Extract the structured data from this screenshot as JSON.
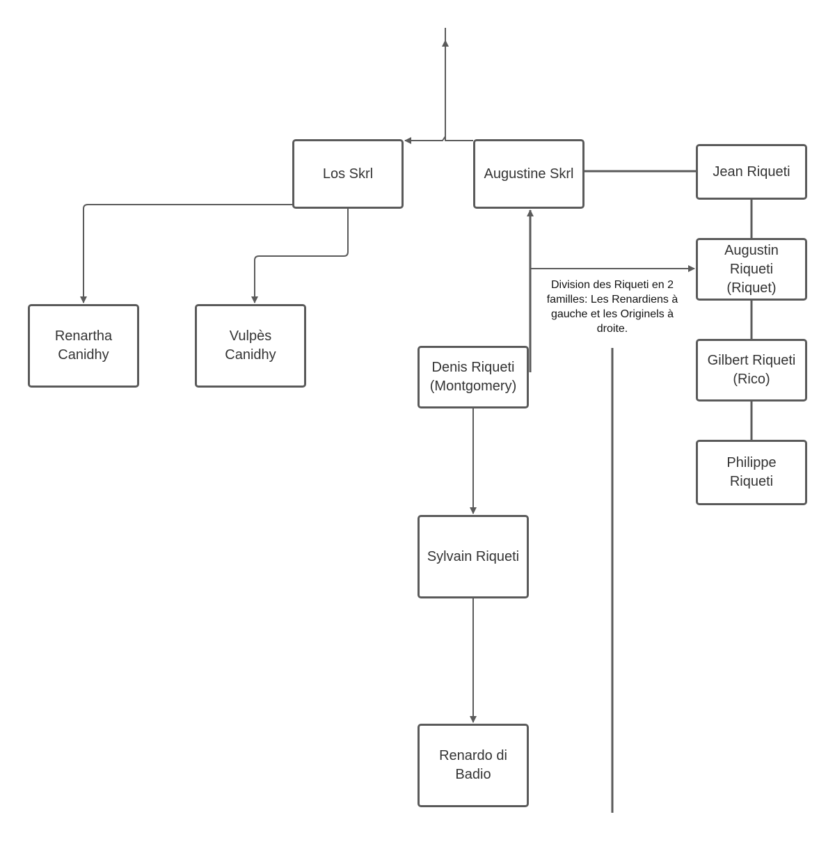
{
  "nodes": {
    "los_skrl": "Los Skrl",
    "augustine_skrl": "Augustine Skrl",
    "jean_riqueti": "Jean Riqueti",
    "augustin_riqueti": {
      "line1": "Augustin",
      "line2": "Riqueti",
      "line3": "(Riquet)"
    },
    "gilbert_riqueti": {
      "line1": "Gilbert Riqueti",
      "line2": "(Rico)"
    },
    "philippe_riqueti": {
      "line1": "Philippe",
      "line2": "Riqueti"
    },
    "renartha_canidhy": {
      "line1": "Renartha",
      "line2": "Canidhy"
    },
    "vulpes_canidhy": {
      "line1": "Vulpès",
      "line2": "Canidhy"
    },
    "denis_riqueti": {
      "line1": "Denis Riqueti",
      "line2": "(Montgomery)"
    },
    "sylvain_riqueti": "Sylvain Riqueti",
    "renardo_di_badio": {
      "line1": "Renardo di",
      "line2": "Badio"
    }
  },
  "annotation": "Division des Riqueti en 2\nfamilles: Les Renardiens à\ngauche et les Originels à\ndroite.",
  "colors": {
    "line": "#5a5a5a",
    "node_border": "#5a5a5a",
    "node_text": "#333333",
    "annotation_text": "#111111",
    "background": "#ffffff"
  }
}
